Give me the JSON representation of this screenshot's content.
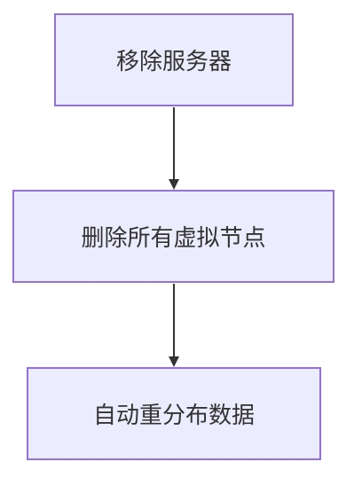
{
  "diagram": {
    "type": "flowchart",
    "direction": "top-down",
    "colors": {
      "node_fill": "#ececff",
      "node_border": "#9370db",
      "text": "#333333",
      "edge": "#333333"
    },
    "nodes": [
      {
        "id": "n1",
        "label": "移除服务器"
      },
      {
        "id": "n2",
        "label": "删除所有虚拟节点"
      },
      {
        "id": "n3",
        "label": "自动重分布数据"
      }
    ],
    "edges": [
      {
        "from": "n1",
        "to": "n2"
      },
      {
        "from": "n2",
        "to": "n3"
      }
    ]
  }
}
